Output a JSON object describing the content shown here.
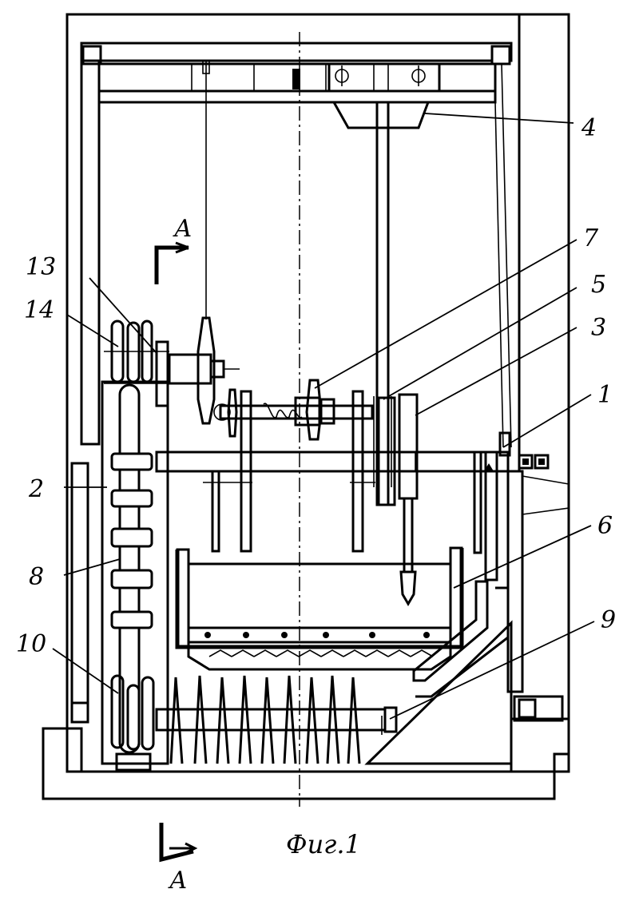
{
  "figure": {
    "caption": "Фиг.1",
    "section_mark": "А"
  },
  "callouts": [
    {
      "id": "c4",
      "text": "4"
    },
    {
      "id": "c7",
      "text": "7"
    },
    {
      "id": "c5",
      "text": "5"
    },
    {
      "id": "c3",
      "text": "3"
    },
    {
      "id": "c1",
      "text": "1"
    },
    {
      "id": "c6",
      "text": "6"
    },
    {
      "id": "c9",
      "text": "9"
    },
    {
      "id": "c13",
      "text": "13"
    },
    {
      "id": "c14",
      "text": "14"
    },
    {
      "id": "c2",
      "text": "2"
    },
    {
      "id": "c8",
      "text": "8"
    },
    {
      "id": "c10",
      "text": "10"
    }
  ]
}
